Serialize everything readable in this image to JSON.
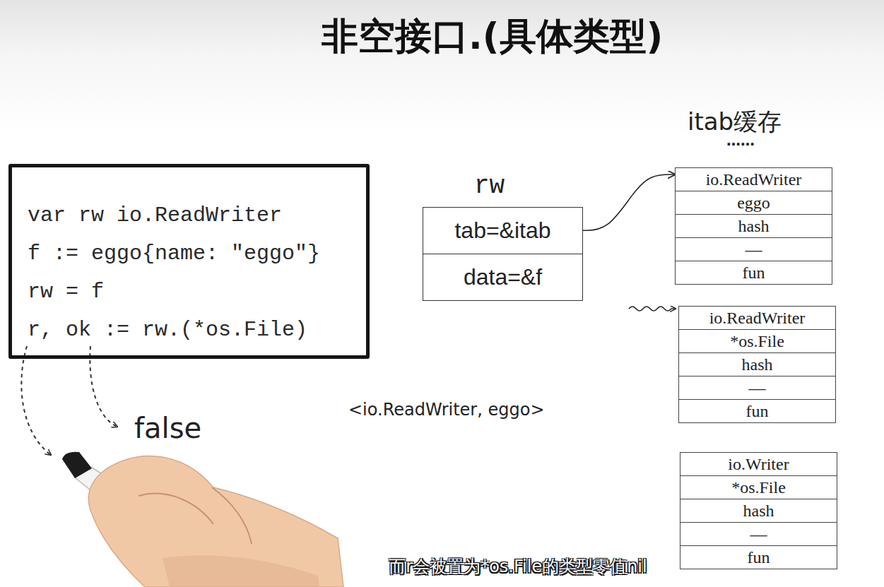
{
  "diagram": {
    "title": "非空接口.(具体类型)",
    "caption": "而r会被置为*os.File的类型零值nil",
    "nodes": [
      {
        "text": [
          "var rw io.ReadWriter",
          "f := eggo{name: \"eggo\"}",
          "rw = f",
          "r, ok := rw.(*os.File)"
        ]
      },
      {
        "text": [
          "rw",
          "tab=&itab",
          "data=&f"
        ]
      },
      {
        "text": [
          "io.ReadWriter",
          "eggo",
          "hash",
          "—",
          "fun"
        ]
      },
      {
        "text": [
          "io.ReadWriter",
          "*os.File",
          "hash",
          "—",
          "fun"
        ]
      },
      {
        "text": [
          "io.Writer",
          "*os.File",
          "hash",
          "—",
          "fun"
        ]
      }
    ],
    "edges": [
      {
        "from": 1,
        "to": 2,
        "arrow": "to"
      }
    ],
    "labels": [
      "itab缓存",
      "……",
      "<io.ReadWriter, eggo>",
      "false"
    ]
  }
}
